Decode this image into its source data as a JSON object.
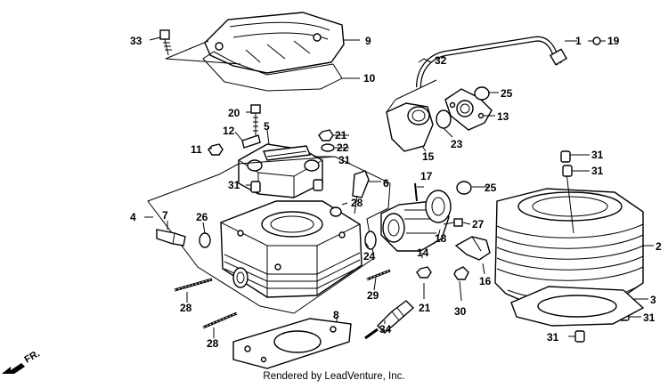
{
  "credit": "Rendered by LeadVenture, Inc.",
  "direction_label": "FR.",
  "callouts": [
    "1",
    "2",
    "3",
    "4",
    "5",
    "6",
    "7",
    "8",
    "9",
    "10",
    "11",
    "12",
    "13",
    "14",
    "15",
    "16",
    "17",
    "18",
    "19",
    "20",
    "21",
    "21",
    "21",
    "22",
    "23",
    "24",
    "25",
    "25",
    "26",
    "27",
    "28",
    "28",
    "28",
    "29",
    "30",
    "31",
    "31",
    "31",
    "31",
    "31",
    "31",
    "32",
    "33",
    "34"
  ]
}
